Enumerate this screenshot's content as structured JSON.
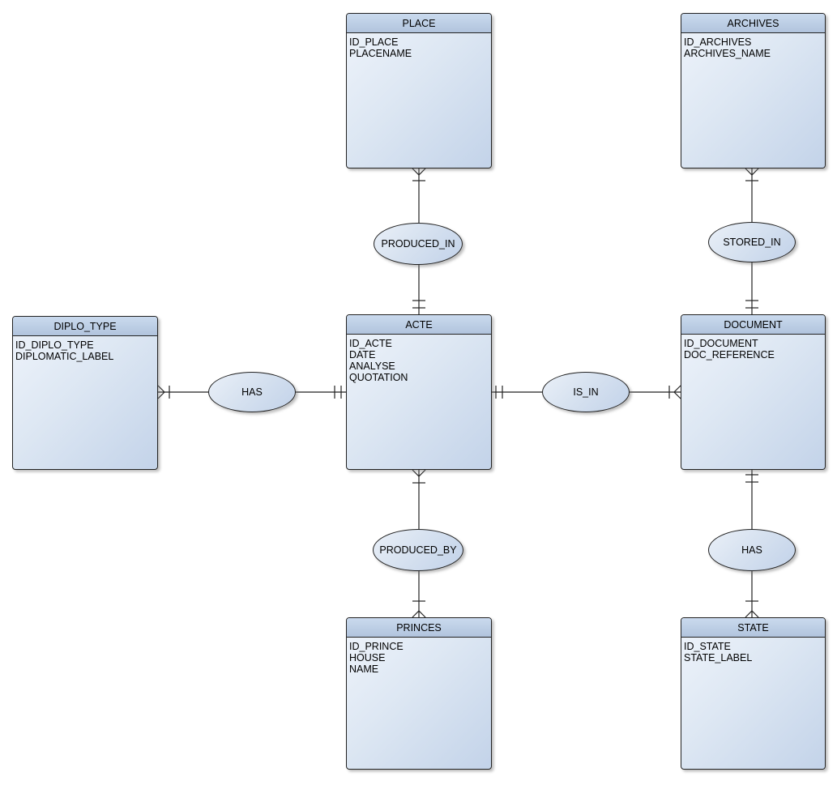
{
  "diagram": {
    "type": "entity-relationship-diagram",
    "background_color": "#ffffff",
    "line_color": "#222222",
    "entity_style": {
      "header_gradient_top": "#cadaee",
      "header_gradient_bottom": "#b1c4dd",
      "body_gradient_light": "#eff4fb",
      "body_gradient_dark": "#c3d3e9",
      "border_color": "#222222"
    },
    "entities": [
      {
        "title": "PLACE",
        "attributes": [
          "ID_PLACE",
          "PLACENAME"
        ]
      },
      {
        "title": "ARCHIVES",
        "attributes": [
          "ID_ARCHIVES",
          "ARCHIVES_NAME"
        ]
      },
      {
        "title": "DIPLO_TYPE",
        "attributes": [
          "ID_DIPLO_TYPE",
          "DIPLOMATIC_LABEL"
        ]
      },
      {
        "title": "ACTE",
        "attributes": [
          "ID_ACTE",
          "DATE",
          "ANALYSE",
          "QUOTATION"
        ]
      },
      {
        "title": "DOCUMENT",
        "attributes": [
          "ID_DOCUMENT",
          "DOC_REFERENCE"
        ]
      },
      {
        "title": "PRINCES",
        "attributes": [
          "ID_PRINCE",
          "HOUSE",
          "NAME"
        ]
      },
      {
        "title": "STATE",
        "attributes": [
          "ID_STATE",
          "STATE_LABEL"
        ]
      }
    ],
    "relationships": [
      {
        "label": "PRODUCED_IN",
        "from": "PLACE",
        "to": "ACTE",
        "from_notation": "crow-foot-with-bar",
        "to_notation": "double-bar"
      },
      {
        "label": "STORED_IN",
        "from": "ARCHIVES",
        "to": "DOCUMENT",
        "from_notation": "crow-foot-with-bar",
        "to_notation": "double-bar"
      },
      {
        "label": "HAS",
        "from": "DIPLO_TYPE",
        "to": "ACTE",
        "from_notation": "crow-foot-with-bar",
        "to_notation": "double-bar"
      },
      {
        "label": "IS_IN",
        "from": "ACTE",
        "to": "DOCUMENT",
        "from_notation": "double-bar",
        "to_notation": "crow-foot-with-bar"
      },
      {
        "label": "PRODUCED_BY",
        "from": "ACTE",
        "to": "PRINCES",
        "from_notation": "crow-foot-with-bar",
        "to_notation": "crow-foot-with-bar"
      },
      {
        "label": "HAS",
        "from": "DOCUMENT",
        "to": "STATE",
        "from_notation": "double-bar",
        "to_notation": "crow-foot-with-bar"
      }
    ]
  }
}
